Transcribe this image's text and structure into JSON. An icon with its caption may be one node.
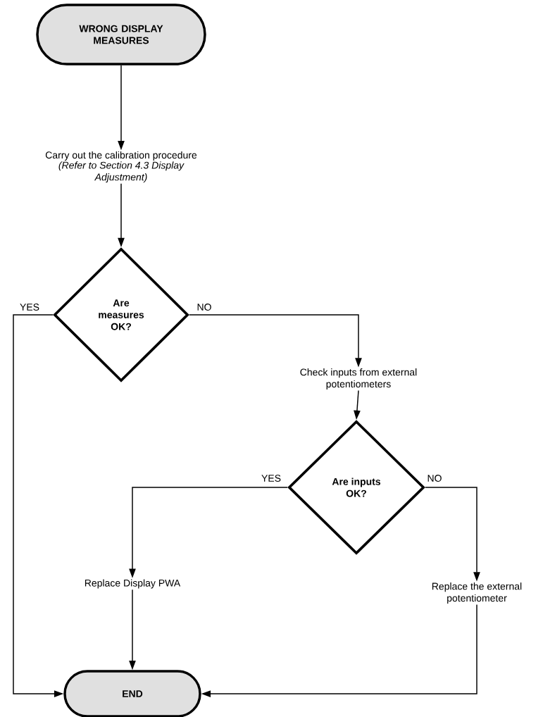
{
  "diagram": {
    "nodes": [
      {
        "text": [
          "WRONG DISPLAY MEASURES"
        ]
      },
      {
        "text": [
          "Carry out the calibration procedure",
          "(Refer to Section 4.3 Display Adjustment)"
        ]
      },
      {
        "text": [
          "Are measures OK?"
        ]
      },
      {
        "text": [
          "Check inputs from external potentiometers"
        ]
      },
      {
        "text": [
          "Are inputs OK?"
        ]
      },
      {
        "text": [
          "Replace Display PWA"
        ]
      },
      {
        "text": [
          "Replace the external potentiometer"
        ]
      },
      {
        "text": [
          "END"
        ]
      }
    ],
    "edges": [
      {
        "from": 0,
        "to": 1,
        "arrow": "to"
      },
      {
        "from": 1,
        "to": 2,
        "arrow": "to"
      },
      {
        "from": 2,
        "to": 7,
        "arrow": "to",
        "label": "YES"
      },
      {
        "from": 2,
        "to": 3,
        "arrow": "to",
        "label": "NO"
      },
      {
        "from": 3,
        "to": 4,
        "arrow": "to"
      },
      {
        "from": 4,
        "to": 5,
        "arrow": "to",
        "label": "YES"
      },
      {
        "from": 4,
        "to": 6,
        "arrow": "to",
        "label": "NO"
      },
      {
        "from": 5,
        "to": 7,
        "arrow": "to"
      },
      {
        "from": 6,
        "to": 7,
        "arrow": "to"
      }
    ]
  }
}
